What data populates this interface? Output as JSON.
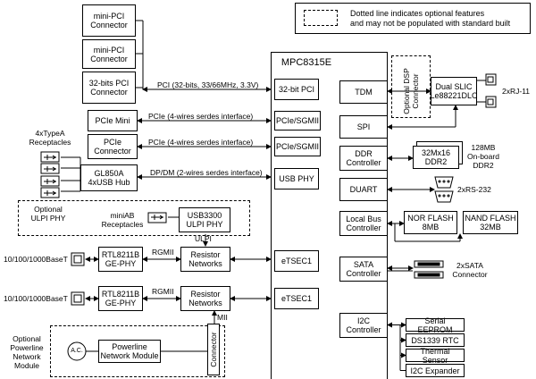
{
  "legend": {
    "line1": "Dotted line indicates optional features",
    "line2": "and may not be populated with standard built"
  },
  "cpu": {
    "title": "MPC8315E",
    "pci": "32-bit PCI",
    "pcie_sgmii_1": "PCIe/SGMII",
    "pcie_sgmii_2": "PCIe/SGMII",
    "usb_phy": "USB PHY",
    "etsec1_a": "eTSEC1",
    "etsec1_b": "eTSEC1",
    "tdm": "TDM",
    "spi": "SPI",
    "ddr_1": "DDR",
    "ddr_2": "Controller",
    "duart": "DUART",
    "localbus_1": "Local Bus",
    "localbus_2": "Controller",
    "sata_1": "SATA",
    "sata_2": "Controller",
    "i2c_1": "I2C",
    "i2c_2": "Controller"
  },
  "left": {
    "minipci1_1": "mini-PCI",
    "minipci1_2": "Connector",
    "minipci2_1": "mini-PCI",
    "minipci2_2": "Connector",
    "pci32_1": "32-bits PCI",
    "pci32_2": "Connector",
    "pcie_mini": "PCIe Mini",
    "pcie_conn_1": "PCIe",
    "pcie_conn_2": "Connector",
    "gl850a_1": "GL850A",
    "gl850a_2": "4xUSB Hub",
    "receptacles_1": "4xTypeA",
    "receptacles_2": "Receptacles",
    "ulpi_opt_1": "Optional",
    "ulpi_opt_2": "ULPI PHY",
    "miniab_1": "miniAB",
    "miniab_2": "Receptacles",
    "usb3300_1": "USB3300",
    "usb3300_2": "ULPI PHY",
    "ulpi": "ULPI",
    "phy1_1": "RTL8211B",
    "phy1_2": "GE-PHY",
    "phy2_1": "RTL8211B",
    "phy2_2": "GE-PHY",
    "res1_1": "Resistor",
    "res1_2": "Networks",
    "res2_1": "Resistor",
    "res2_2": "Networks",
    "rgmii1": "RGMII",
    "rgmii2": "RGMII",
    "eth1": "10/100/1000BaseT",
    "eth2": "10/100/1000BaseT",
    "mii": "MII",
    "plc_opt_1": "Optional",
    "plc_opt_2": "Powerline",
    "plc_opt_3": "Network",
    "plc_opt_4": "Module",
    "ac": "A.C.",
    "plc_mod_1": "Powerline",
    "plc_mod_2": "Network Module",
    "connector": "Connector"
  },
  "links": {
    "pci_bus": "PCI (32-bits, 33/66MHz, 3.3V)",
    "pcie1": "PCIe (4-wires serdes interface)",
    "pcie2": "PCIe (4-wires serdes interface)",
    "dpdm": "DP/DM (2-wires serdes interface)"
  },
  "right": {
    "dsp_1": "Optional DSP",
    "dsp_2": "Connector",
    "slic_1": "Dual SLIC",
    "slic_2": "Le88221DLC",
    "rj11": "2xRJ-11",
    "ddr2_1": "32Mx16",
    "ddr2_2": "DDR2",
    "ddr2_onboard_1": "128MB",
    "ddr2_onboard_2": "On-board",
    "ddr2_onboard_3": "DDR2",
    "rs232": "2xRS-232",
    "nor_1": "NOR FLASH",
    "nor_2": "8MB",
    "nand_1": "NAND FLASH",
    "nand_2": "32MB",
    "sata_conn_1": "2xSATA",
    "sata_conn_2": "Connector",
    "eeprom": "Serial EEPROM",
    "rtc": "DS1339 RTC",
    "thermal": "Thermal Sensor",
    "expander": "I2C Expander"
  }
}
